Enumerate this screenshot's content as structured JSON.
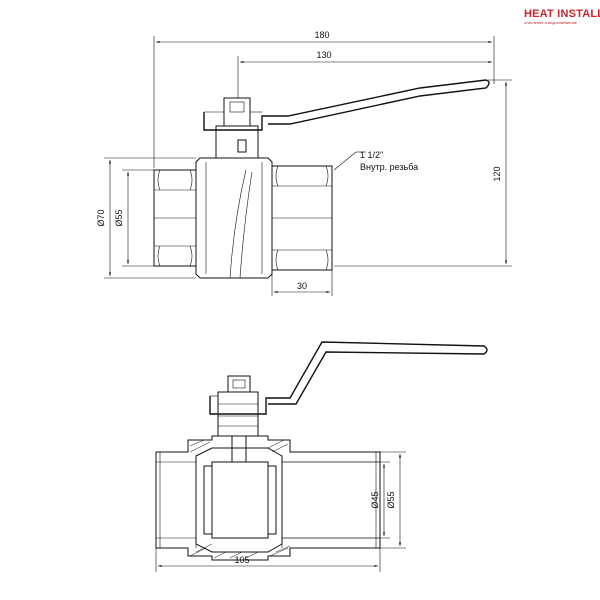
{
  "logo": {
    "brand": "HEAT INSTALL",
    "tagline": "отопление и водоснабжение",
    "accent_color": "#c4262e"
  },
  "top_view": {
    "dim_overall_length": "180",
    "dim_handle_length": "130",
    "dim_height": "120",
    "dim_outer_diameter": "Ø70",
    "dim_inner_diameter": "Ø55",
    "dim_thread_length": "30",
    "thread_size": "1 1/2\"",
    "thread_type": "Внутр. резьба"
  },
  "section_view": {
    "dim_body_length": "105",
    "dim_bore_diameter": "Ø45",
    "dim_port_diameter": "Ø55"
  }
}
